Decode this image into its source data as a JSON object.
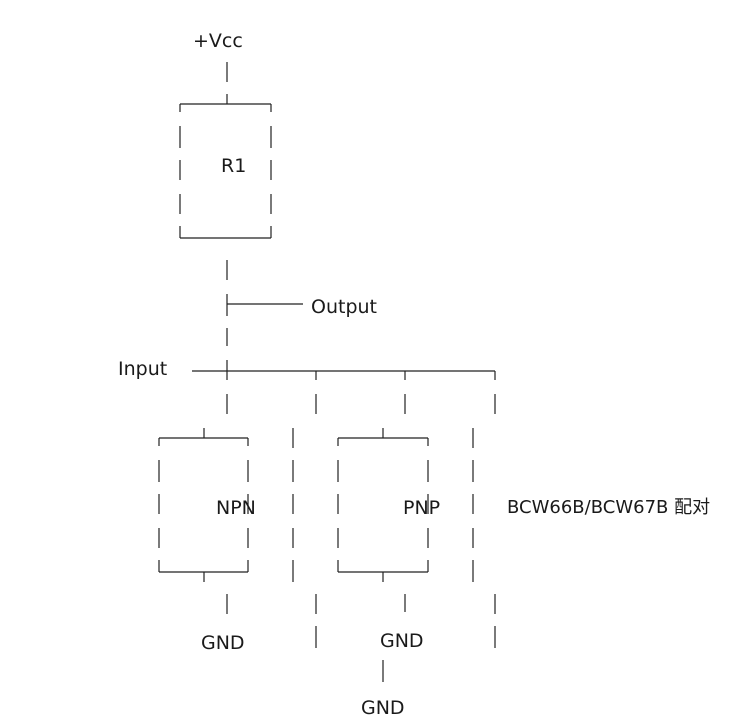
{
  "labels": {
    "vcc": "+Vcc",
    "resistor": "R1",
    "output": "Output",
    "input": "Input",
    "npn": "NPN",
    "pnp": "PNP",
    "note": "BCW66B/BCW67B 配对",
    "gnd_npn": "GND",
    "gnd_pnp": "GND",
    "gnd_bottom": "GND"
  }
}
